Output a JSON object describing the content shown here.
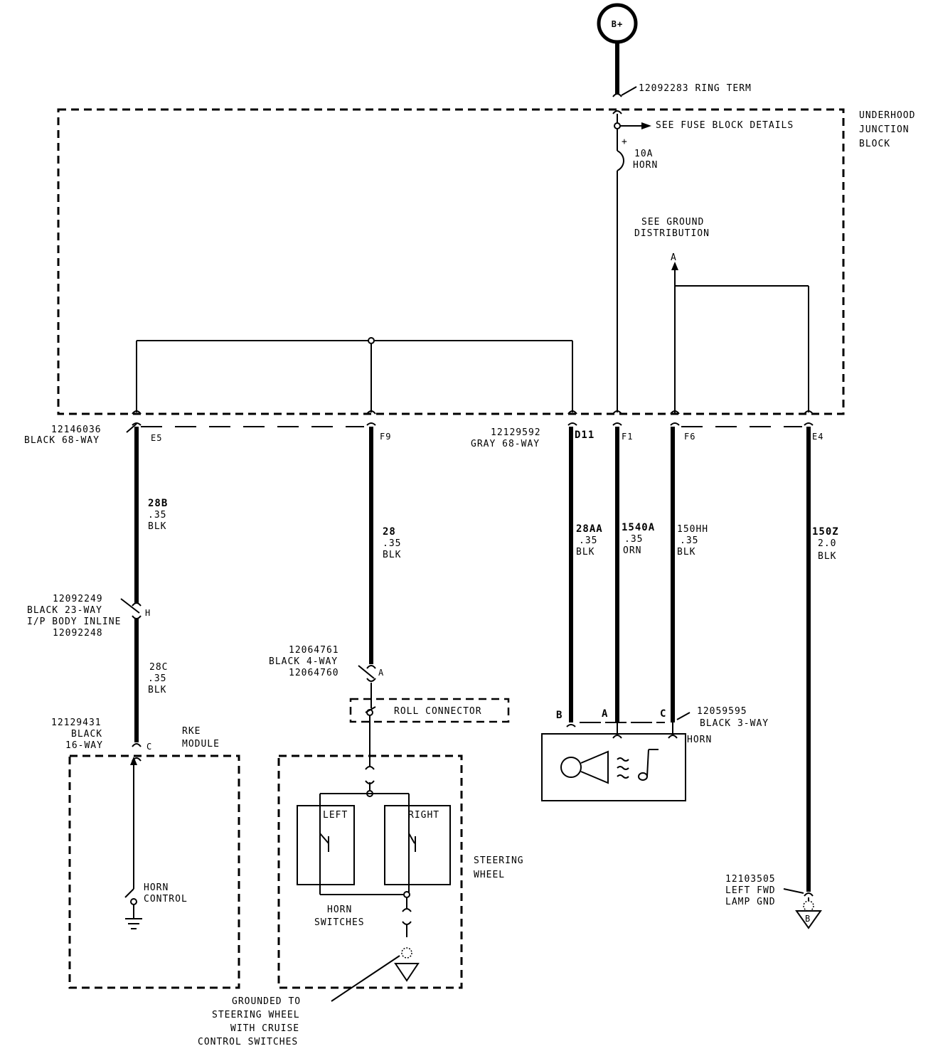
{
  "power": {
    "label": "B+",
    "terminal": "12092283  RING TERM"
  },
  "junction_block": {
    "title": [
      "UNDERHOOD",
      "JUNCTION",
      "BLOCK"
    ],
    "fuse_details": "SEE FUSE BLOCK DETAILS",
    "fuse_plus": "+",
    "fuse": [
      "10A",
      "HORN"
    ],
    "ground_dist": [
      "SEE GROUND",
      "DISTRIBUTION"
    ],
    "ground_ref": "A"
  },
  "connectors": {
    "left": [
      "12146036",
      "BLACK 68-WAY"
    ],
    "right": [
      "12129592",
      "GRAY 68-WAY"
    ],
    "inline": [
      "12092249",
      "BLACK 23-WAY",
      "I/P BODY INLINE",
      "12092248"
    ],
    "rke_conn": [
      "12129431",
      "BLACK",
      "16-WAY"
    ],
    "roll_conn": [
      "12064761",
      "BLACK 4-WAY",
      "12064760"
    ],
    "horn_conn": [
      "12059595",
      "BLACK 3-WAY"
    ],
    "ground_conn": [
      "12103505",
      "LEFT FWD",
      "LAMP GND"
    ]
  },
  "pins": {
    "e5": "E5",
    "f9": "F9",
    "d11": "D11",
    "f1": "F1",
    "f6": "F6",
    "e4": "E4",
    "h": "H",
    "a_roll": "A",
    "c_rke": "C",
    "horn_b": "B",
    "horn_a": "A",
    "horn_c": "C"
  },
  "wires": {
    "w28b": [
      "28B",
      ".35",
      "BLK"
    ],
    "w28": [
      "28",
      ".35",
      "BLK"
    ],
    "w28aa": [
      "28AA",
      ".35",
      "BLK"
    ],
    "w1540a": [
      "1540A",
      ".35",
      "ORN"
    ],
    "w150hh": [
      "150HH",
      ".35",
      "BLK"
    ],
    "w150z": [
      "150Z",
      "2.0",
      "BLK"
    ],
    "w28c": [
      "28C",
      ".35",
      "BLK"
    ]
  },
  "components": {
    "rke": [
      "RKE",
      "MODULE"
    ],
    "horn_control": [
      "HORN",
      "CONTROL"
    ],
    "roll_connector": "ROLL CONNECTOR",
    "left_switch": "LEFT",
    "right_switch": "RIGHT",
    "horn_switches": [
      "HORN",
      "SWITCHES"
    ],
    "steering_wheel": [
      "STEERING",
      "WHEEL"
    ],
    "horn": "HORN",
    "ground_b": "B",
    "grounded_note": [
      "GROUNDED TO",
      "STEERING WHEEL",
      "WITH CRUISE",
      "CONTROL SWITCHES"
    ]
  }
}
